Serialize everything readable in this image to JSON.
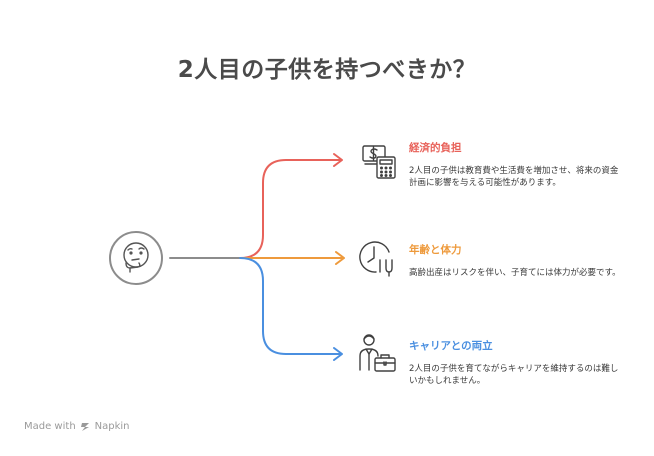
{
  "title": "2人目の子供を持つべきか？",
  "colors": {
    "trunk": "#8c8c8c",
    "economic": "#e8625a",
    "physical": "#ee9a3c",
    "career": "#4a8fe0",
    "icon": "#404040"
  },
  "center_icon": "thinking-face-icon",
  "branches": [
    {
      "id": "economic",
      "icon": "money-calculator-icon",
      "title": "経済的負担",
      "description": "2人目の子供は教育費や生活費を増加させ、将来の資金計画に影響を与える可能性があります。"
    },
    {
      "id": "physical",
      "icon": "clock-fork-icon",
      "title": "年齢と体力",
      "description": "高齢出産はリスクを伴い、子育てには体力が必要です。"
    },
    {
      "id": "career",
      "icon": "person-briefcase-icon",
      "title": "キャリアとの両立",
      "description": "2人目の子供を育てながらキャリアを維持するのは難しいかもしれません。"
    }
  ],
  "footer": {
    "made_with": "Made with",
    "brand": "Napkin"
  }
}
